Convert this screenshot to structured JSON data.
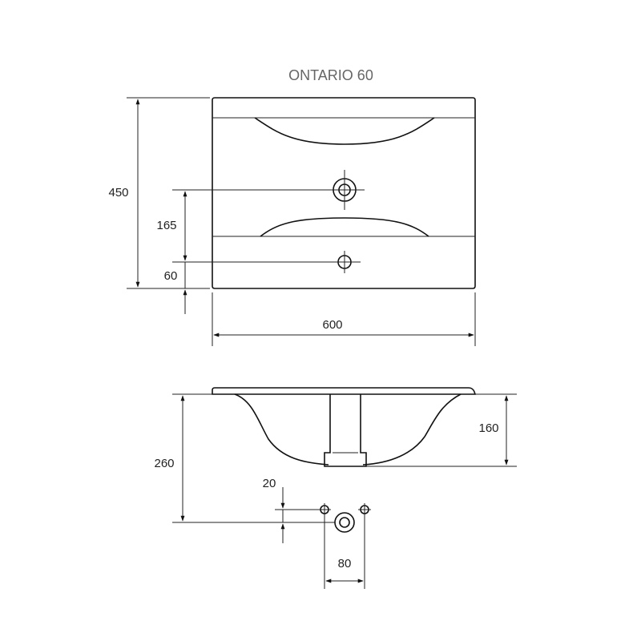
{
  "title": "ONTARIO 60",
  "top_view": {
    "depth": "450",
    "tap_hole_offset": "165",
    "overflow_offset": "60",
    "width": "600"
  },
  "side_view": {
    "total_height": "260",
    "basin_height": "160",
    "drain_offset": "20",
    "drain_spacing": "80"
  }
}
